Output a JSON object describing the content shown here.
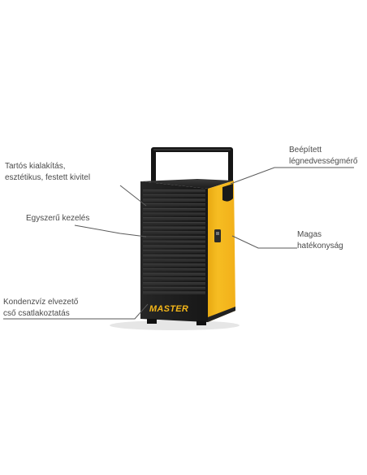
{
  "product": {
    "brand_logo": "MASTER",
    "body_color": "#f4b619",
    "front_color": "#1e1e1e",
    "handle_color": "#151515"
  },
  "callouts": [
    {
      "id": "durable",
      "lines": [
        "Tartós kialakítás,",
        "esztétikus, festett kivitel"
      ]
    },
    {
      "id": "easy",
      "lines": [
        "Egyszerű kezelés"
      ]
    },
    {
      "id": "drain",
      "lines": [
        "Kondenzvíz elvezető",
        "cső csatlakoztatás"
      ]
    },
    {
      "id": "hygrometer",
      "lines": [
        "Beépített",
        "légnedvességmérő"
      ]
    },
    {
      "id": "efficiency",
      "lines": [
        "Magas",
        "hatékonyság"
      ]
    }
  ],
  "colors": {
    "label_text": "#4a4a4a",
    "leader_line": "#5a5a5a"
  }
}
